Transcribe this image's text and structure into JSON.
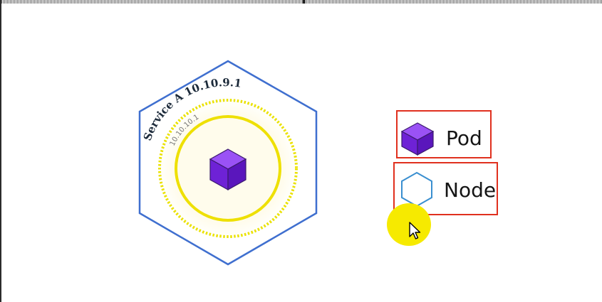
{
  "service": {
    "label": "Service A  10.10.9.1",
    "pod_ip": "10.10.10.1"
  },
  "legend": {
    "pod_label": "Pod",
    "node_label": "Node"
  },
  "colors": {
    "node_hexagon": "#3f6fcf",
    "service_ring": "#eee000",
    "pod_purple": "#7b2ee0",
    "highlight_box": "#e0301e",
    "cursor_highlight": "#f6ea00",
    "legend_hexagon": "#3a8fd0"
  },
  "icons": [
    "pod-cube-icon",
    "node-hexagon-icon",
    "mouse-pointer-icon"
  ]
}
